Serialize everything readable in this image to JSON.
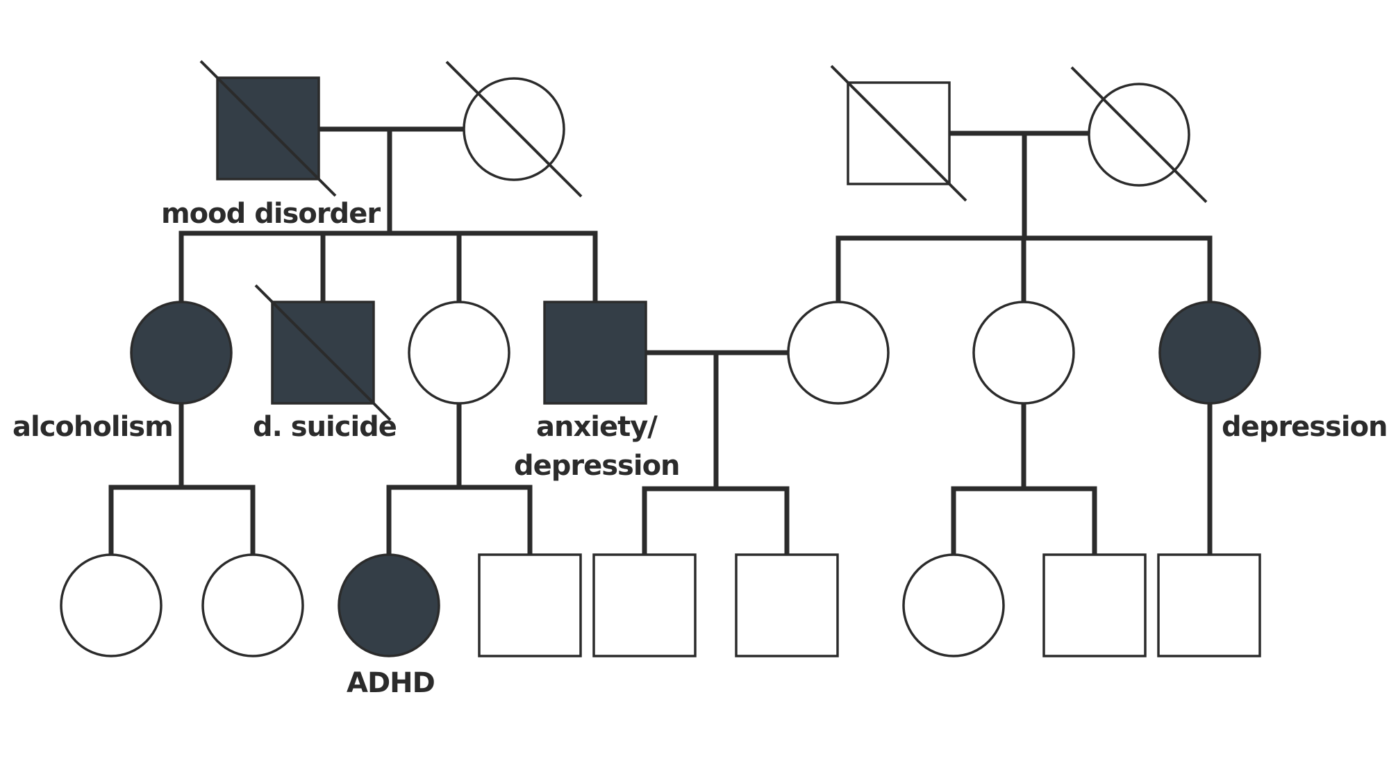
{
  "colors": {
    "affected_fill": "#343e47",
    "unaffected_fill": "#ffffff",
    "stroke": "#2b2b2b"
  },
  "legend_semantics": {
    "square": "male",
    "circle": "female",
    "filled": "affected",
    "diagonal_slash": "deceased"
  },
  "individuals": [
    {
      "id": "I-1",
      "generation": 1,
      "sex": "male",
      "affected": true,
      "deceased": true,
      "label": "mood disorder"
    },
    {
      "id": "I-2",
      "generation": 1,
      "sex": "female",
      "affected": false,
      "deceased": true,
      "label": ""
    },
    {
      "id": "I-3",
      "generation": 1,
      "sex": "male",
      "affected": false,
      "deceased": true,
      "label": ""
    },
    {
      "id": "I-4",
      "generation": 1,
      "sex": "female",
      "affected": false,
      "deceased": true,
      "label": ""
    },
    {
      "id": "II-1",
      "generation": 2,
      "sex": "female",
      "affected": true,
      "deceased": false,
      "label": "alcoholism"
    },
    {
      "id": "II-2",
      "generation": 2,
      "sex": "male",
      "affected": true,
      "deceased": true,
      "label": "d. suicide"
    },
    {
      "id": "II-3",
      "generation": 2,
      "sex": "female",
      "affected": false,
      "deceased": false,
      "label": ""
    },
    {
      "id": "II-4",
      "generation": 2,
      "sex": "male",
      "affected": true,
      "deceased": false,
      "label": "anxiety/ depression",
      "label_lines": [
        "anxiety/",
        "depression"
      ]
    },
    {
      "id": "II-5",
      "generation": 2,
      "sex": "female",
      "affected": false,
      "deceased": false,
      "label": ""
    },
    {
      "id": "II-6",
      "generation": 2,
      "sex": "female",
      "affected": false,
      "deceased": false,
      "label": ""
    },
    {
      "id": "II-7",
      "generation": 2,
      "sex": "female",
      "affected": true,
      "deceased": false,
      "label": "depression"
    },
    {
      "id": "III-1",
      "generation": 3,
      "sex": "female",
      "affected": false,
      "deceased": false,
      "label": ""
    },
    {
      "id": "III-2",
      "generation": 3,
      "sex": "female",
      "affected": false,
      "deceased": false,
      "label": ""
    },
    {
      "id": "III-3",
      "generation": 3,
      "sex": "female",
      "affected": true,
      "deceased": false,
      "label": "ADHD"
    },
    {
      "id": "III-4",
      "generation": 3,
      "sex": "male",
      "affected": false,
      "deceased": false,
      "label": ""
    },
    {
      "id": "III-5",
      "generation": 3,
      "sex": "male",
      "affected": false,
      "deceased": false,
      "label": ""
    },
    {
      "id": "III-6",
      "generation": 3,
      "sex": "male",
      "affected": false,
      "deceased": false,
      "label": ""
    },
    {
      "id": "III-7",
      "generation": 3,
      "sex": "female",
      "affected": false,
      "deceased": false,
      "label": ""
    },
    {
      "id": "III-8",
      "generation": 3,
      "sex": "male",
      "affected": false,
      "deceased": false,
      "label": ""
    },
    {
      "id": "III-9",
      "generation": 3,
      "sex": "male",
      "affected": false,
      "deceased": false,
      "label": ""
    }
  ],
  "relationships": {
    "couples": [
      [
        "I-1",
        "I-2"
      ],
      [
        "I-3",
        "I-4"
      ],
      [
        "II-4",
        "II-5"
      ]
    ],
    "sibships": [
      {
        "parents": [
          "I-1",
          "I-2"
        ],
        "children": [
          "II-1",
          "II-2",
          "II-3",
          "II-4"
        ]
      },
      {
        "parents": [
          "I-3",
          "I-4"
        ],
        "children": [
          "II-5",
          "II-6",
          "II-7"
        ]
      },
      {
        "parents": [
          "II-1"
        ],
        "children": [
          "III-1",
          "III-2"
        ]
      },
      {
        "parents": [
          "II-3"
        ],
        "children": [
          "III-3",
          "III-4"
        ]
      },
      {
        "parents": [
          "II-4",
          "II-5"
        ],
        "children": [
          "III-5",
          "III-6"
        ]
      },
      {
        "parents": [
          "II-6"
        ],
        "children": [
          "III-7",
          "III-8"
        ]
      },
      {
        "parents": [
          "II-7"
        ],
        "children": [
          "III-9"
        ]
      }
    ]
  },
  "labels": {
    "mood_disorder": "mood disorder",
    "alcoholism": "alcoholism",
    "suicide": "d. suicide",
    "anxiety_line1": "anxiety/",
    "anxiety_line2": "depression",
    "depression": "depression",
    "adhd": "ADHD"
  }
}
